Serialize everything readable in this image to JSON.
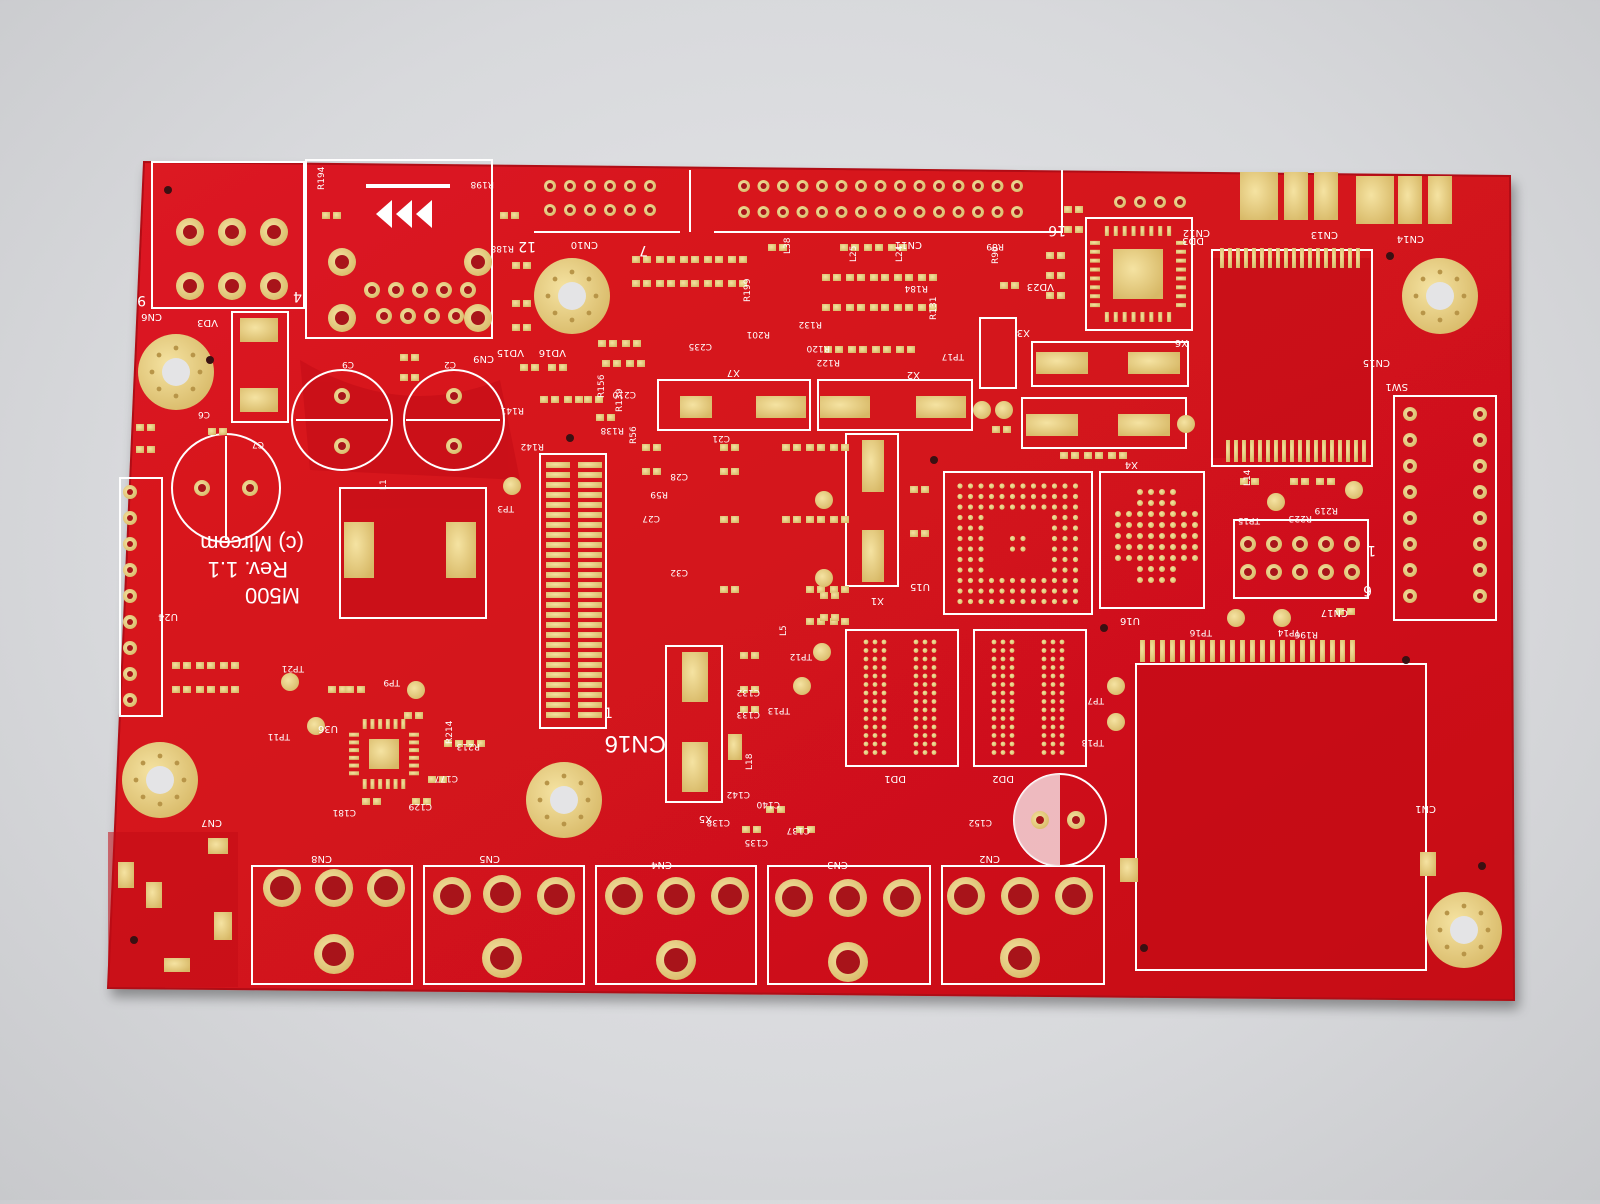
{
  "photo": {
    "subject": "red printed circuit board",
    "board_color": "#d8141c",
    "board_dark": "#c00d15",
    "pad_color": "#e9cf7e",
    "pad_hole": "#c9a24a",
    "silkscreen_color": "#ffffff",
    "background_color": "#dcdde0"
  },
  "silkscreen": {
    "product": "M500",
    "revision": "Rev. 1.1",
    "copyright": "(c) Mircom",
    "header_label": "CN16",
    "pin_one_mark": "1",
    "connectors": [
      "CN8",
      "CN5",
      "CN4",
      "CN3",
      "CN2",
      "CN7",
      "CN1",
      "CN11",
      "CN10",
      "CN12",
      "CN13",
      "CN14",
      "CN15",
      "CN17",
      "CN9",
      "CN6"
    ],
    "chips": [
      "U15",
      "U16",
      "U24",
      "U36",
      "DD1",
      "DD2",
      "DD3",
      "X1",
      "X2",
      "X3",
      "X4",
      "X5",
      "X6",
      "X7",
      "SW1",
      "VD3",
      "VD15",
      "VD16",
      "VD23"
    ],
    "capacitors": [
      "C2",
      "C6",
      "C7",
      "C9",
      "C21",
      "C27",
      "C28",
      "C32",
      "C129",
      "C152",
      "C177",
      "C181",
      "C210",
      "C235",
      "C137",
      "C140",
      "C142",
      "C138",
      "C135",
      "C132",
      "C133"
    ],
    "resistors": [
      "R56",
      "R59",
      "R89",
      "R90",
      "R120",
      "R122",
      "R131",
      "R132",
      "R138",
      "R139",
      "R141",
      "R142",
      "R156",
      "R184",
      "R188",
      "R194",
      "R196",
      "R198",
      "R199",
      "R201",
      "R213",
      "R214",
      "R219",
      "R223"
    ],
    "inductors": [
      "L1",
      "L5",
      "L14",
      "L18",
      "L24",
      "L25",
      "L38"
    ],
    "test_points": [
      "TP3",
      "TP7",
      "TP9",
      "TP11",
      "TP12",
      "TP13",
      "TP14",
      "TP15",
      "TP16",
      "TP17",
      "TP18",
      "TP21"
    ],
    "pin_marks": [
      "1",
      "6",
      "4",
      "9",
      "12",
      "7",
      "16"
    ]
  }
}
